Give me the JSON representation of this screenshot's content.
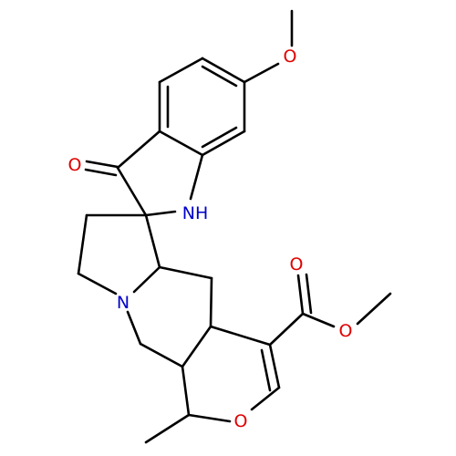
{
  "colors": {
    "bond": "#000000",
    "oxygen": "#e00000",
    "nitrogen": "#0000cc",
    "background": "#ffffff"
  },
  "atoms": {
    "o_methoxy": "O",
    "o_ketone": "O",
    "nh": "NH",
    "n_ring": "N",
    "o_carbonyl": "O",
    "o_ester": "O",
    "o_pyran": "O"
  }
}
